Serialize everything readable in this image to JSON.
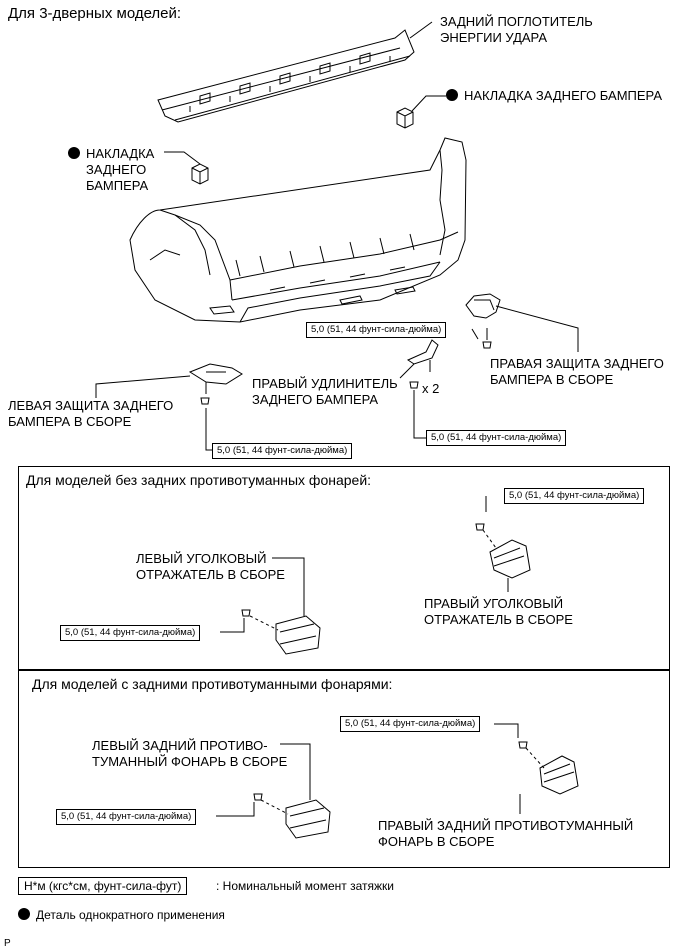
{
  "header": {
    "title": "Для 3-дверных моделей:"
  },
  "labels": {
    "absorber": [
      "ЗАДНИЙ ПОГЛОТИТЕЛЬ",
      "ЭНЕРГИИ УДАРА"
    ],
    "pad_right": "НАКЛАДКА ЗАДНЕГО БАМПЕРА",
    "pad_left": [
      "НАКЛАДКА",
      "ЗАДНЕГО",
      "БАМПЕРА"
    ],
    "right_guard": [
      "ПРАВАЯ ЗАЩИТА ЗАДНЕГО",
      "БАМПЕРА В СБОРЕ"
    ],
    "right_extension": [
      "ПРАВЫЙ УДЛИНИТЕЛЬ",
      "ЗАДНЕГО БАМПЕРА"
    ],
    "left_guard": [
      "ЛЕВАЯ ЗАЩИТА ЗАДНЕГО",
      "БАМПЕРА В СБОРЕ"
    ],
    "qty": "x 2"
  },
  "torque": "5,0 (51, 44 фунт-сила-дюйма)",
  "panel_no_fog": {
    "title": "Для моделей без задних противотуманных фонарей:",
    "left_reflector": [
      "ЛЕВЫЙ УГОЛКОВЫЙ",
      "ОТРАЖАТЕЛЬ В СБОРЕ"
    ],
    "right_reflector": [
      "ПРАВЫЙ УГОЛКОВЫЙ",
      "ОТРАЖАТЕЛЬ В СБОРЕ"
    ]
  },
  "panel_fog": {
    "title": "Для моделей с задними противотуманными фонарями:",
    "left_fog": [
      "ЛЕВЫЙ ЗАДНИЙ ПРОТИВО-",
      "ТУМАННЫЙ ФОНАРЬ В СБОРЕ"
    ],
    "right_fog": [
      "ПРАВЫЙ ЗАДНИЙ ПРОТИВОТУМАННЫЙ",
      "ФОНАРЬ В СБОРЕ"
    ]
  },
  "legend": {
    "unit_box": "Н*м (кгс*см, фунт-сила-фут)",
    "unit_desc": ": Номинальный момент затяжки",
    "single_use": "Деталь однократного применения"
  },
  "footer": {
    "code": "P"
  }
}
